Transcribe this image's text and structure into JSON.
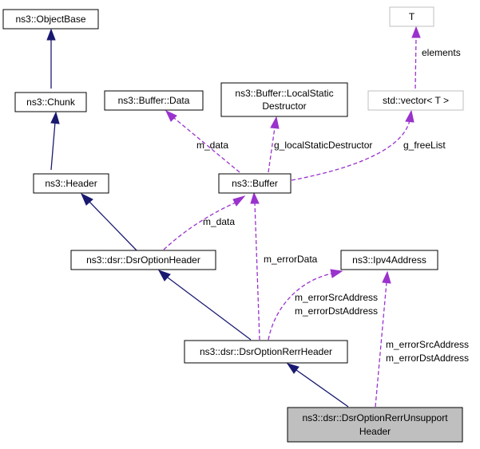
{
  "nodes": {
    "object_base": {
      "label": "ns3::ObjectBase"
    },
    "chunk": {
      "label": "ns3::Chunk"
    },
    "header": {
      "label": "ns3::Header"
    },
    "buffer_data": {
      "label": "ns3::Buffer::Data"
    },
    "local_static_destructor": {
      "line1": "ns3::Buffer::LocalStatic",
      "line2": "Destructor"
    },
    "template_t": {
      "label": "T"
    },
    "std_vector": {
      "label": "std::vector< T >"
    },
    "buffer": {
      "label": "ns3::Buffer"
    },
    "dsr_option_header": {
      "label": "ns3::dsr::DsrOptionHeader"
    },
    "ipv4_address": {
      "label": "ns3::Ipv4Address"
    },
    "dsr_option_rerr_header": {
      "label": "ns3::dsr::DsrOptionRerrHeader"
    },
    "dsr_option_rerr_unsupport_header": {
      "line1": "ns3::dsr::DsrOptionRerrUnsupport",
      "line2": "Header"
    }
  },
  "edge_labels": {
    "elements": "elements",
    "m_data_buffer": "m_data",
    "g_local_static_destructor": "g_localStaticDestructor",
    "g_free_list": "g_freeList",
    "m_data_header": "m_data",
    "m_error_data": "m_errorData",
    "rerr_src_address": "m_errorSrcAddress",
    "rerr_dst_address": "m_errorDstAddress",
    "unsupport_src_address": "m_errorSrcAddress",
    "unsupport_dst_address": "m_errorDstAddress"
  },
  "colors": {
    "inheritance_edge": "#191970",
    "usage_edge": "#9a32cd",
    "highlight_fill": "#bfbfbf",
    "template_border": "#bfbfbf"
  }
}
